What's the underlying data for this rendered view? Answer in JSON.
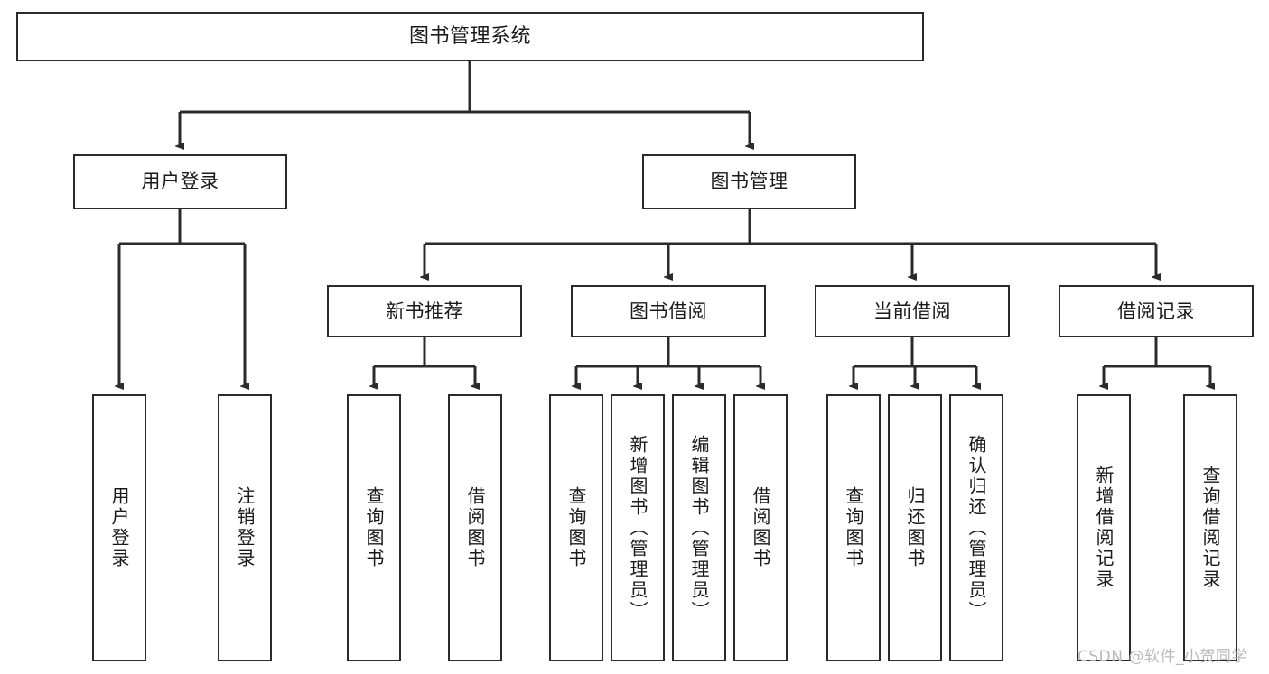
{
  "diagram": {
    "type": "tree",
    "title": "图书管理系统",
    "orientation": "top-down",
    "colors": {
      "box_border": "#2b2b2b",
      "box_fill": "#ffffff",
      "edge": "#2b2b2b",
      "text": "#1a1a1a",
      "background": "#ffffff",
      "watermark": "#b9b9b9"
    },
    "levels": {
      "root": "图书管理系统",
      "modules": [
        "用户登录",
        "图书管理"
      ],
      "submodules": [
        "新书推荐",
        "图书借阅",
        "当前借阅",
        "借阅记录"
      ]
    }
  },
  "nodes": {
    "root": {
      "label": "图书管理系统"
    },
    "user_login": {
      "label": "用户登录"
    },
    "book_manage": {
      "label": "图书管理"
    },
    "new_book_rec": {
      "label": "新书推荐"
    },
    "book_borrow": {
      "label": "图书借阅"
    },
    "current_borrow": {
      "label": "当前借阅"
    },
    "borrow_record": {
      "label": "借阅记录"
    },
    "leaf_user_login": {
      "label": "用户登录"
    },
    "leaf_logout": {
      "label": "注销登录"
    },
    "leaf_query_book_1": {
      "label": "查询图书"
    },
    "leaf_borrow_book_1": {
      "label": "借阅图书"
    },
    "leaf_query_book_2": {
      "label": "查询图书"
    },
    "leaf_add_book": {
      "label": "新增图书（管理员）"
    },
    "leaf_edit_book": {
      "label": "编辑图书（管理员）"
    },
    "leaf_borrow_book_2": {
      "label": "借阅图书"
    },
    "leaf_query_book_3": {
      "label": "查询图书"
    },
    "leaf_return_book": {
      "label": "归还图书"
    },
    "leaf_confirm_return": {
      "label": "确认归还（管理员）"
    },
    "leaf_add_record": {
      "label": "新增借阅记录"
    },
    "leaf_query_record": {
      "label": "查询借阅记录"
    }
  },
  "watermark": {
    "text": "CSDN @软件_小贺同学"
  }
}
